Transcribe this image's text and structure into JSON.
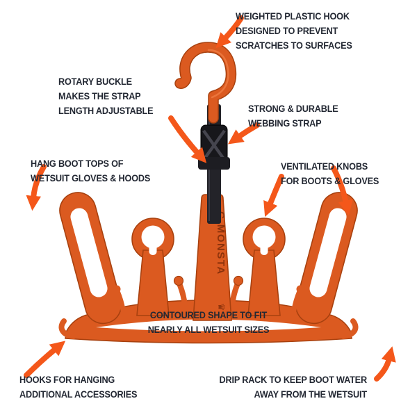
{
  "product": {
    "name": "wetsuit hanger",
    "spine_label": "C-MONSTA",
    "crown_glyph": "♛",
    "colors": {
      "hanger_orange": "#DB5A20",
      "hanger_outline": "#A8410F",
      "hanger_highlight": "#EF7C42",
      "strap_black": "#232329",
      "arrow_orange": "#F4571A",
      "annotation_text": "#232833",
      "background": "#FFFFFF"
    }
  },
  "annotations": {
    "hook": {
      "lines": [
        "WEIGHTED PLASTIC HOOK",
        "DESIGNED TO PREVENT",
        "SCRATCHES TO SURFACES"
      ]
    },
    "buckle": {
      "lines": [
        "ROTARY BUCKLE",
        "MAKES THE STRAP",
        "LENGTH ADJUSTABLE"
      ]
    },
    "strap": {
      "lines": [
        "STRONG & DURABLE",
        "WEBBING STRAP"
      ]
    },
    "arms": {
      "lines": [
        "HANG BOOT TOPS OF",
        "WETSUIT GLOVES & HOODS"
      ]
    },
    "knobs": {
      "lines": [
        "VENTILATED KNOBS",
        "FOR BOOTS & GLOVES"
      ]
    },
    "frame": {
      "lines": [
        "CONTOURED SHAPE TO FIT",
        "NEARLY ALL WETSUIT SIZES"
      ]
    },
    "accessory_hooks": {
      "lines": [
        "HOOKS FOR HANGING",
        "ADDITIONAL ACCESSORIES"
      ]
    },
    "drip_rack": {
      "lines": [
        "DRIP RACK TO KEEP BOOT WATER",
        "AWAY FROM THE WETSUIT"
      ]
    }
  }
}
